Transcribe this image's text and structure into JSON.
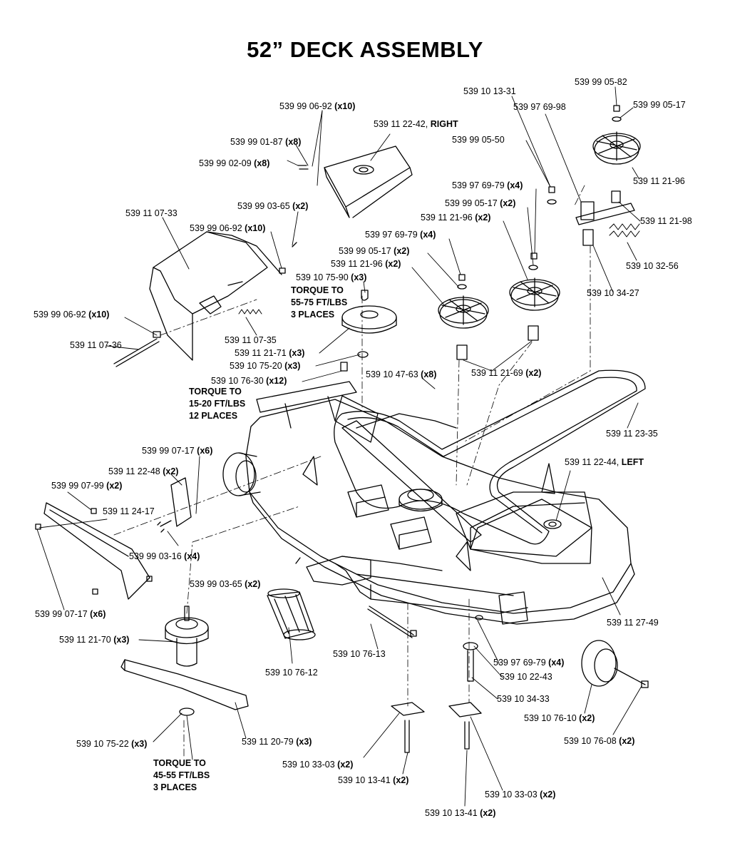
{
  "title": "52” DECK ASSEMBLY",
  "callouts": [
    {
      "part": "539 99 05-82",
      "qty": ""
    },
    {
      "part": "539 10 13-31",
      "qty": ""
    },
    {
      "part": "539 99 05-17",
      "qty": ""
    },
    {
      "part": "539 97 69-98",
      "qty": ""
    },
    {
      "part": "539 99 06-92",
      "qty": "(x10)"
    },
    {
      "part": "539 11 22-42,",
      "qty": "RIGHT"
    },
    {
      "part": "539 99 05-50",
      "qty": ""
    },
    {
      "part": "539 99 01-87",
      "qty": "(x8)"
    },
    {
      "part": "539 11 21-96",
      "qty": ""
    },
    {
      "part": "539 99 02-09",
      "qty": "(x8)"
    },
    {
      "part": "539 97 69-79",
      "qty": "(x4)"
    },
    {
      "part": "539 99 05-17",
      "qty": "(x2)"
    },
    {
      "part": "539 99 03-65",
      "qty": "(x2)"
    },
    {
      "part": "539 11 07-33",
      "qty": ""
    },
    {
      "part": "539 11 21-96",
      "qty": "(x2)"
    },
    {
      "part": "539 11 21-98",
      "qty": ""
    },
    {
      "part": "539 99 06-92",
      "qty": "(x10)"
    },
    {
      "part": "539 97 69-79",
      "qty": "(x4)"
    },
    {
      "part": "539 10 32-56",
      "qty": ""
    },
    {
      "part": "539 99 05-17",
      "qty": "(x2)"
    },
    {
      "part": "539 11 21-96",
      "qty": "(x2)"
    },
    {
      "part": "539 10 75-90",
      "qty": "(x3)"
    },
    {
      "part": "539 10 34-27",
      "qty": ""
    },
    {
      "part": "539 99 06-92",
      "qty": "(x10)"
    },
    {
      "part": "539 11 07-35",
      "qty": ""
    },
    {
      "part": "539 11 07-36",
      "qty": ""
    },
    {
      "part": "539 11 21-71",
      "qty": "(x3)"
    },
    {
      "part": "539 10 75-20",
      "qty": "(x3)"
    },
    {
      "part": "539 10 76-30",
      "qty": "(x12)"
    },
    {
      "part": "539 10 47-63",
      "qty": "(x8)"
    },
    {
      "part": "539 11 21-69",
      "qty": "(x2)"
    },
    {
      "part": "539 11 23-35",
      "qty": ""
    },
    {
      "part": "539 99 07-17",
      "qty": "(x6)"
    },
    {
      "part": "539 11 22-44,",
      "qty": "LEFT"
    },
    {
      "part": "539 11 22-48",
      "qty": "(x2)"
    },
    {
      "part": "539 99 07-99",
      "qty": "(x2)"
    },
    {
      "part": "539 11 24-17",
      "qty": ""
    },
    {
      "part": "539 99 03-16",
      "qty": "(x4)"
    },
    {
      "part": "539 99 03-65",
      "qty": "(x2)"
    },
    {
      "part": "539 99 07-17",
      "qty": "(x6)"
    },
    {
      "part": "539 11 27-49",
      "qty": ""
    },
    {
      "part": "539 11 21-70",
      "qty": "(x3)"
    },
    {
      "part": "539 10 76-13",
      "qty": ""
    },
    {
      "part": "539 97 69-79",
      "qty": "(x4)"
    },
    {
      "part": "539 10 22-43",
      "qty": ""
    },
    {
      "part": "539 10 76-12",
      "qty": ""
    },
    {
      "part": "539 10 34-33",
      "qty": ""
    },
    {
      "part": "539 10 75-22",
      "qty": "(x3)"
    },
    {
      "part": "539 11 20-79",
      "qty": "(x3)"
    },
    {
      "part": "539 10 76-10",
      "qty": "(x2)"
    },
    {
      "part": "539 10 76-08",
      "qty": "(x2)"
    },
    {
      "part": "539 10 33-03",
      "qty": "(x2)"
    },
    {
      "part": "539 10 13-41",
      "qty": "(x2)"
    },
    {
      "part": "539 10 33-03",
      "qty": "(x2)"
    },
    {
      "part": "539 10 13-41",
      "qty": "(x2)"
    }
  ],
  "notes": [
    {
      "lines": [
        "TORQUE TO",
        "55-75 FT/LBS",
        "3 PLACES"
      ]
    },
    {
      "lines": [
        "TORQUE TO",
        "15-20 FT/LBS",
        "12 PLACES"
      ]
    },
    {
      "lines": [
        "TORQUE TO",
        "45-55 FT/LBS",
        "3 PLACES"
      ]
    }
  ]
}
